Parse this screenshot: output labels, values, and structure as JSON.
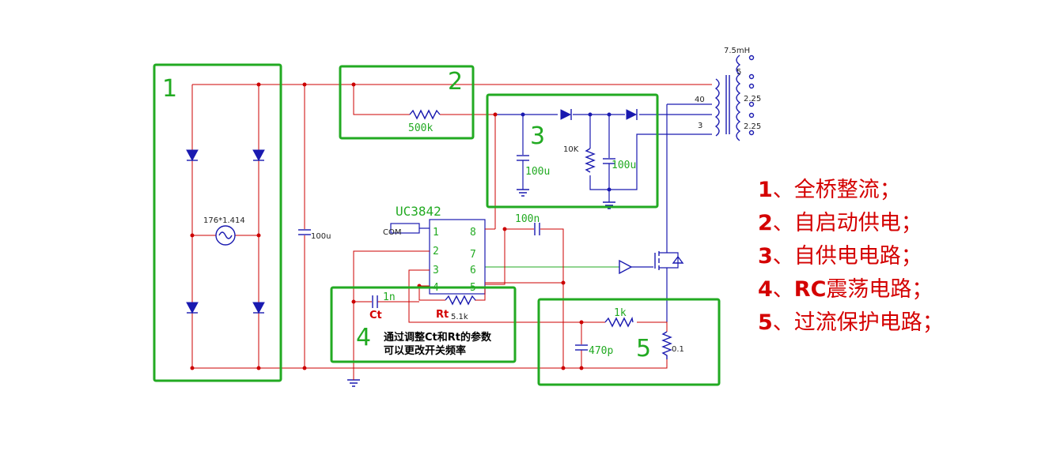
{
  "sections": [
    "1",
    "2",
    "3",
    "4",
    "5"
  ],
  "chip": {
    "name": "UC3842",
    "pins": [
      "1",
      "2",
      "3",
      "4",
      "8",
      "7",
      "6",
      "5"
    ],
    "com_label": "COM"
  },
  "components": {
    "ac_source": "176*1.414",
    "bulk_cap": "100u",
    "startup_resistor": "500k",
    "aux_cap": "100u",
    "aux_resistor": "10K",
    "aux_cap2": "100u",
    "coupling_cap": "100n",
    "ct_cap": "1n",
    "ct_label": "Ct",
    "rt_label": "Rt",
    "rt_value": "5.1k",
    "sense_resistor": "1k",
    "filter_cap": "470p",
    "shunt_resistor": "0.1"
  },
  "transformer": {
    "inductance": "7.5mH",
    "primary_turns": "40",
    "aux_turns": "3",
    "secondary": [
      "5",
      "2.25",
      "2.25"
    ]
  },
  "note": {
    "line1": "通过调整Ct和Rt的参数",
    "line2": "可以更改开关频率"
  },
  "legend": [
    {
      "num": "1",
      "text": "、全桥整流；"
    },
    {
      "num": "2",
      "text": "、自启动供电；"
    },
    {
      "num": "3",
      "text": "、自供电电路；"
    },
    {
      "num": "4",
      "text": "、",
      "bold_text": "RC",
      "tail": "震荡电路；"
    },
    {
      "num": "5",
      "text": "、过流保护电路；"
    }
  ],
  "colors": {
    "box": "#22aa22",
    "wire": "#cc0000",
    "component": "#1a1ab0",
    "legend": "#d40000"
  }
}
